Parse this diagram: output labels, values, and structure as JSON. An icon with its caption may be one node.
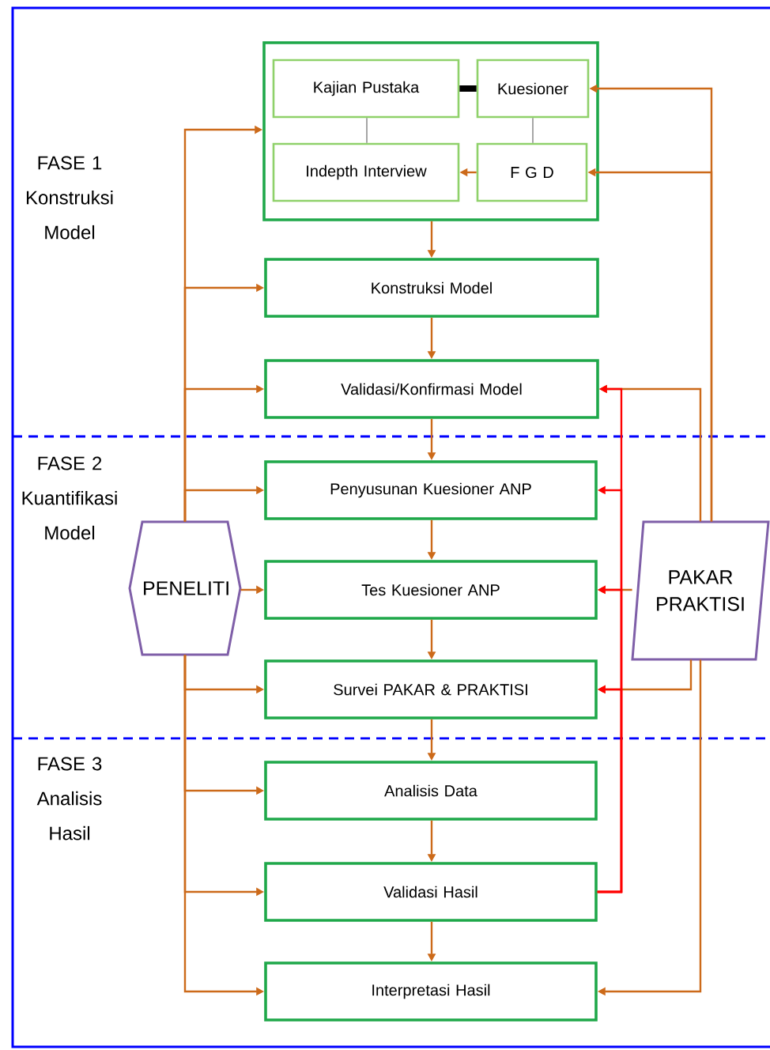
{
  "diagram": {
    "nodes": [
      {
        "text": [],
        "shape": "box"
      },
      {
        "text": [
          "Kajian Pustaka"
        ],
        "in": 0
      },
      {
        "text": [
          "Kuesioner"
        ],
        "in": 0
      },
      {
        "text": [
          "Indepth Interview"
        ],
        "in": 0
      },
      {
        "text": [
          "F G D"
        ],
        "in": 0
      },
      {
        "text": [
          "Konstruksi Model"
        ]
      },
      {
        "text": [
          "Validasi/Konfirmasi Model"
        ]
      },
      {
        "text": [
          "Penyusunan Kuesioner ANP"
        ]
      },
      {
        "text": [
          "Tes Kuesioner ANP"
        ]
      },
      {
        "text": [
          "Survei PAKAR & PRAKTISI"
        ]
      },
      {
        "text": [
          "Analisis Data"
        ]
      },
      {
        "text": [
          "Validasi Hasil"
        ]
      },
      {
        "text": [
          "Interpretasi Hasil"
        ]
      },
      {
        "text": [
          "PENELITI"
        ]
      },
      {
        "text": [
          "PAKAR PRAKTISI"
        ]
      }
    ],
    "edges": [
      {
        "from": 1,
        "to": 2,
        "arrow": "none",
        "style": "thick",
        "color": "#000000"
      },
      {
        "from": 1,
        "to": 3,
        "arrow": "none",
        "color": "#808080"
      },
      {
        "from": 2,
        "to": 4,
        "arrow": "none",
        "color": "#808080"
      },
      {
        "from": 4,
        "to": 3,
        "arrow": "to"
      },
      {
        "from": 0,
        "to": 5,
        "arrow": "to"
      },
      {
        "from": 5,
        "to": 6,
        "arrow": "to"
      },
      {
        "from": 6,
        "to": 7,
        "arrow": "to"
      },
      {
        "from": 7,
        "to": 8,
        "arrow": "to"
      },
      {
        "from": 8,
        "to": 9,
        "arrow": "to"
      },
      {
        "from": 9,
        "to": 10,
        "arrow": "to"
      },
      {
        "from": 10,
        "to": 11,
        "arrow": "to"
      },
      {
        "from": 11,
        "to": 12,
        "arrow": "to"
      },
      {
        "from": 13,
        "to": 0,
        "arrow": "to"
      },
      {
        "from": 13,
        "to": 5,
        "arrow": "to"
      },
      {
        "from": 13,
        "to": 6,
        "arrow": "to"
      },
      {
        "from": 13,
        "to": 7,
        "arrow": "to"
      },
      {
        "from": 13,
        "to": 8,
        "arrow": "to"
      },
      {
        "from": 13,
        "to": 9,
        "arrow": "to"
      },
      {
        "from": 13,
        "to": 10,
        "arrow": "to"
      },
      {
        "from": 13,
        "to": 11,
        "arrow": "to"
      },
      {
        "from": 13,
        "to": 12,
        "arrow": "to"
      },
      {
        "from": 14,
        "to": 2,
        "arrow": "to"
      },
      {
        "from": 14,
        "to": 4,
        "arrow": "to"
      },
      {
        "from": 14,
        "to": 6,
        "arrow": "to"
      },
      {
        "from": 14,
        "to": 8,
        "arrow": "to"
      },
      {
        "from": 14,
        "to": 9,
        "arrow": "to"
      },
      {
        "from": 14,
        "to": 12,
        "arrow": "to"
      },
      {
        "from": 11,
        "to": 6,
        "arrow": "to",
        "color": "#ff0000"
      },
      {
        "from": 11,
        "to": 7,
        "arrow": "to",
        "color": "#ff0000"
      },
      {
        "from": 11,
        "to": 8,
        "arrow": "to",
        "color": "#ff0000"
      },
      {
        "from": 11,
        "to": 9,
        "arrow": "to",
        "color": "#ff0000"
      }
    ],
    "labels": [
      "FASE 1 Konstruksi Model",
      "FASE 2 Kuantifikasi Model",
      "FASE 3 Analisis Hasil"
    ]
  }
}
